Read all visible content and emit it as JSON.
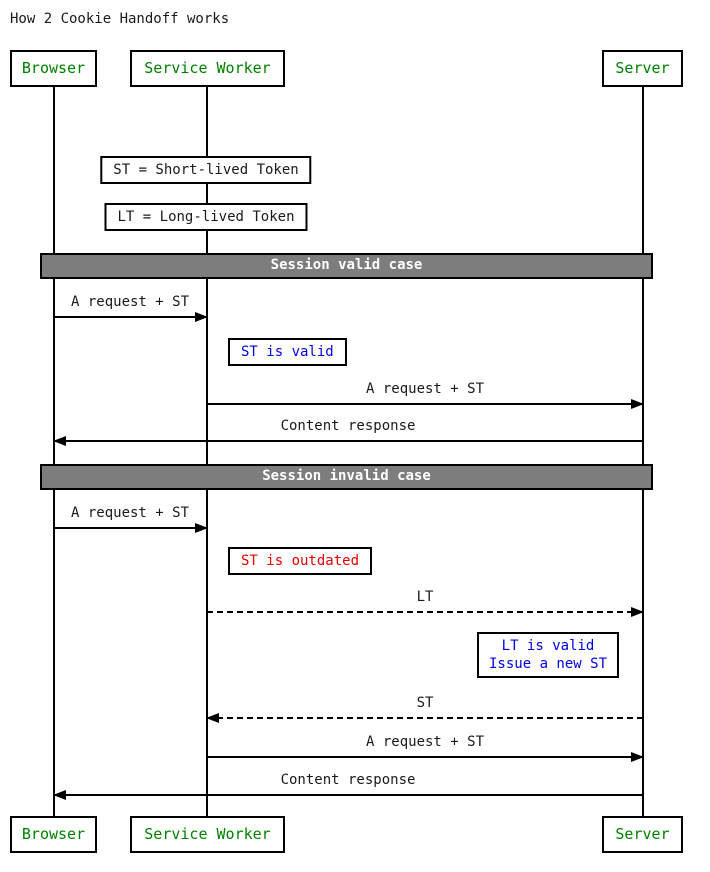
{
  "title": "How 2 Cookie Handoff works",
  "actors": [
    {
      "label": "Browser"
    },
    {
      "label": "Service Worker"
    },
    {
      "label": "Server"
    }
  ],
  "legend_notes": [
    "ST = Short-lived Token",
    "LT = Long-lived Token"
  ],
  "sections": [
    {
      "title": "Session valid case"
    },
    {
      "title": "Session invalid case"
    }
  ],
  "messages": [
    {
      "label": "A request + ST",
      "from": "Browser",
      "to": "Service Worker",
      "line": "solid"
    },
    {
      "label": "A request + ST",
      "from": "Service Worker",
      "to": "Server",
      "line": "solid"
    },
    {
      "label": "Content response",
      "from": "Server",
      "to": "Browser",
      "line": "solid"
    },
    {
      "label": "A request + ST",
      "from": "Browser",
      "to": "Service Worker",
      "line": "solid"
    },
    {
      "label": "LT",
      "from": "Service Worker",
      "to": "Server",
      "line": "dashed"
    },
    {
      "label": "ST",
      "from": "Server",
      "to": "Service Worker",
      "line": "dashed"
    },
    {
      "label": "A request + ST",
      "from": "Service Worker",
      "to": "Server",
      "line": "solid"
    },
    {
      "label": "Content response",
      "from": "Server",
      "to": "Browser",
      "line": "solid"
    }
  ],
  "side_notes": [
    {
      "text": "ST is valid",
      "color": "#0000e6"
    },
    {
      "text": "ST is outdated",
      "color": "#e60000"
    },
    {
      "lines": [
        "LT is valid",
        "Issue a new ST"
      ],
      "color": "#0000e6"
    }
  ],
  "colors": {
    "actor_text": "#008000",
    "divider_bg": "#7d7d7d",
    "divider_text": "#ffffff",
    "note_blue": "#0000e6",
    "note_red": "#e60000",
    "line": "#000000",
    "background": "#ffffff"
  }
}
